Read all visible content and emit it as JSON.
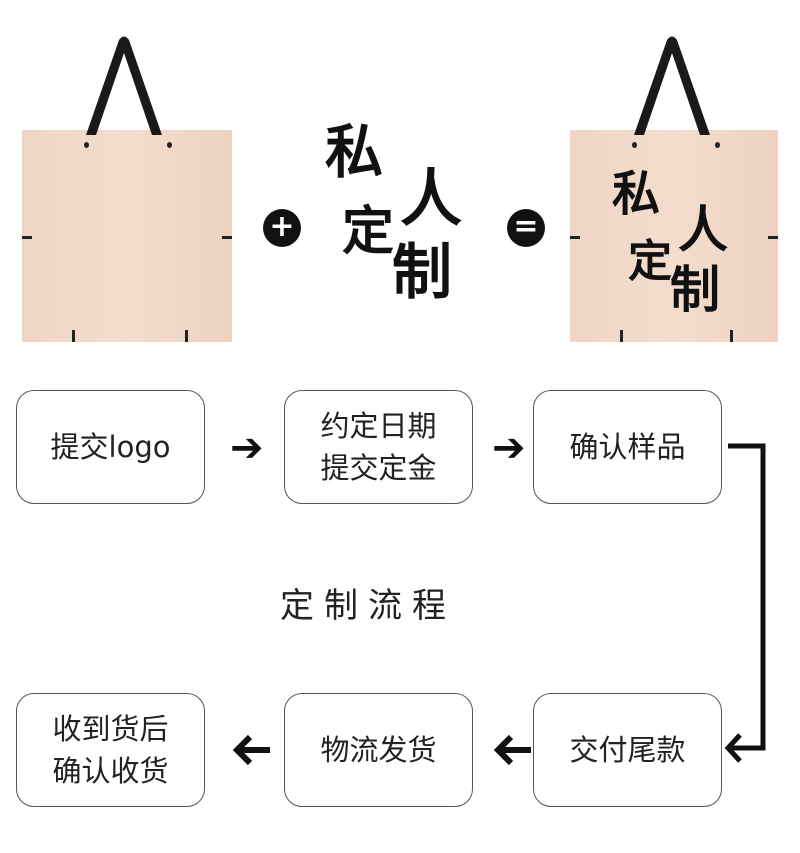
{
  "hero": {
    "plus_symbol": "+",
    "equals_symbol": "=",
    "calligraphy": [
      "私",
      "人",
      "定",
      "制"
    ]
  },
  "process": {
    "title": "定制流程",
    "steps": [
      {
        "lines": [
          "提交logo"
        ]
      },
      {
        "lines": [
          "约定日期",
          "提交定金"
        ]
      },
      {
        "lines": [
          "确认样品"
        ]
      },
      {
        "lines": [
          "交付尾款"
        ]
      },
      {
        "lines": [
          "物流发货"
        ]
      },
      {
        "lines": [
          "收到货后",
          "确认收货"
        ]
      }
    ],
    "arrow_right": "➔",
    "arrow_left": "🡐"
  }
}
